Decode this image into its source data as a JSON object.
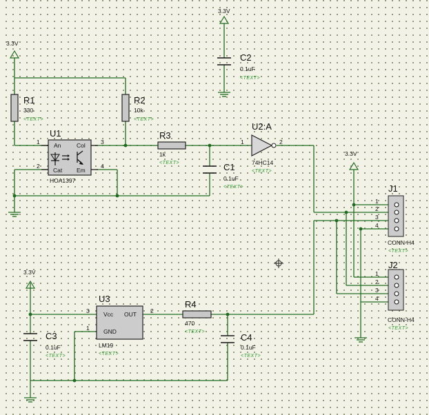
{
  "power": {
    "label": "3.3V"
  },
  "placeholder_text": "<TEXT>",
  "components": {
    "C2": {
      "ref": "C2",
      "value": "0.1uF"
    },
    "R1": {
      "ref": "R1",
      "value": "330"
    },
    "R2": {
      "ref": "R2",
      "value": "10k"
    },
    "U1": {
      "ref": "U1",
      "value": "HOA1397",
      "pins": {
        "an": "An",
        "cat": "Cat",
        "col": "Col",
        "em": "Em"
      }
    },
    "R3": {
      "ref": "R3",
      "value": "1k"
    },
    "C1": {
      "ref": "C1",
      "value": "0.1uF"
    },
    "U2A": {
      "ref": "U2:A",
      "value": "74HC14"
    },
    "U3": {
      "ref": "U3",
      "value": "LM19",
      "pins": {
        "vcc": "Vcc",
        "out": "OUT",
        "gnd": "GND"
      }
    },
    "R4": {
      "ref": "R4",
      "value": "470"
    },
    "C3": {
      "ref": "C3",
      "value": "0.1uF"
    },
    "C4": {
      "ref": "C4",
      "value": "0.1uF"
    },
    "J1": {
      "ref": "J1",
      "value": "CONN-H4"
    },
    "J2": {
      "ref": "J2",
      "value": "CONN-H4"
    }
  },
  "pin_numbers": {
    "u1_an": "1",
    "u1_cat": "2",
    "u1_col": "3",
    "u1_em": "4",
    "u2_in": "1",
    "u2_out": "2",
    "u3_vcc": "3",
    "u3_out": "2",
    "u3_gnd": "1",
    "j": [
      "1",
      "2",
      "3",
      "4"
    ]
  },
  "colors": {
    "wire": "#1f6b1f",
    "background": "#f2f2e6",
    "placeholder": "#2a9a2a"
  }
}
